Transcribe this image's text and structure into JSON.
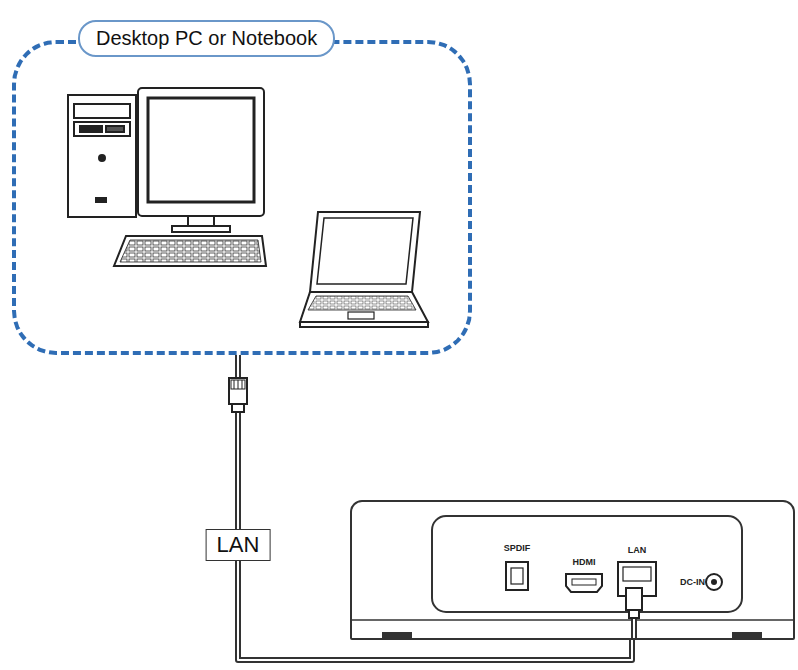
{
  "diagram": {
    "nodes": [
      {
        "text": [
          "Desktop PC or Notebook"
        ]
      },
      {
        "text": [
          "SPDIF",
          "HDMI",
          "LAN",
          "DC-IN"
        ]
      }
    ],
    "edges": [
      {
        "from": 0,
        "to": 1,
        "arrow": "none",
        "label": "LAN"
      }
    ]
  }
}
